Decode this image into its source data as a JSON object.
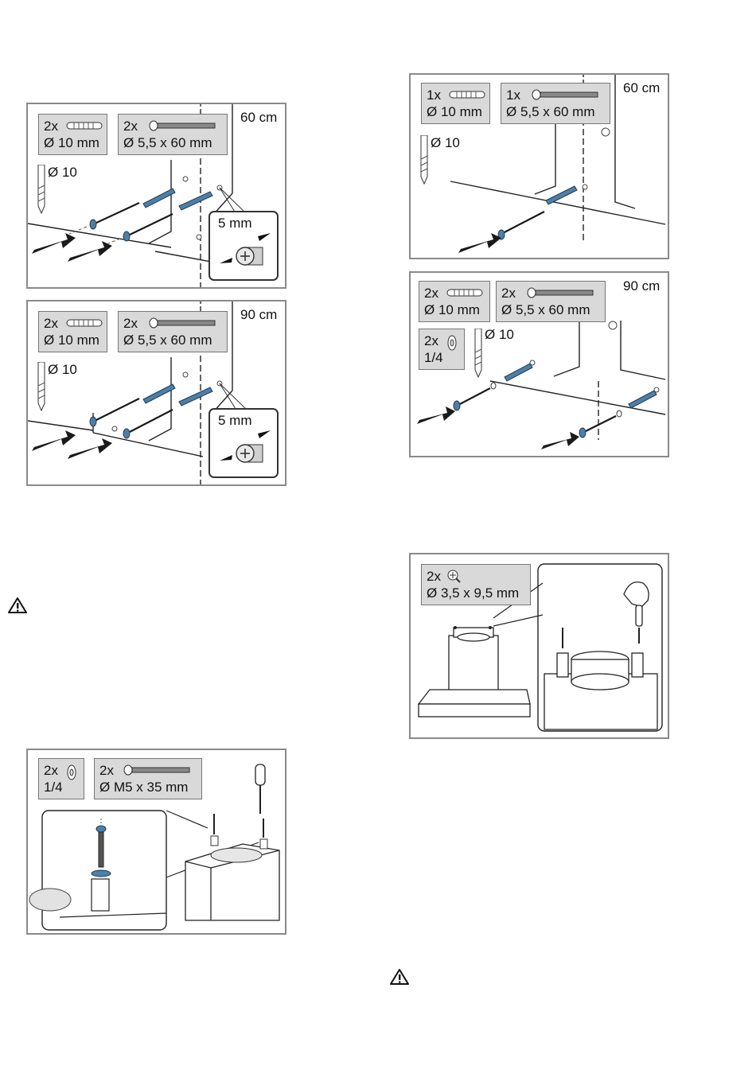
{
  "figures": {
    "fig_60_a": {
      "size": "60 cm",
      "plug": {
        "qty": "2x",
        "dim": "Ø 10 mm"
      },
      "screw": {
        "qty": "2x",
        "dim": "Ø 5,5 x 60 mm"
      },
      "drill": "Ø 10",
      "callout": "5 mm"
    },
    "fig_90_a": {
      "size": "90 cm",
      "plug": {
        "qty": "2x",
        "dim": "Ø 10 mm"
      },
      "screw": {
        "qty": "2x",
        "dim": "Ø 5,5 x 60 mm"
      },
      "drill": "Ø 10",
      "callout": "5 mm"
    },
    "fig_60_b": {
      "size": "60 cm",
      "plug": {
        "qty": "1x",
        "dim": "Ø 10 mm"
      },
      "screw": {
        "qty": "1x",
        "dim": "Ø 5,5 x 60 mm"
      },
      "drill": "Ø 10"
    },
    "fig_90_b": {
      "size": "90 cm",
      "plug": {
        "qty": "2x",
        "dim": "Ø 10 mm"
      },
      "screw": {
        "qty": "2x",
        "dim": "Ø 5,5 x 60 mm"
      },
      "washer": {
        "qty": "2x",
        "dim": "1/4"
      },
      "drill": "Ø 10"
    },
    "fig_hood": {
      "screw": {
        "qty": "2x",
        "dim": "Ø 3,5 x 9,5 mm"
      }
    },
    "fig_bolt": {
      "washer": {
        "qty": "2x",
        "dim": "1/4"
      },
      "bolt": {
        "qty": "2x",
        "dim": "Ø M5 x 35 mm"
      }
    }
  },
  "icons": [
    "warning-icon",
    "screw-icon",
    "wall-plug-icon",
    "drill-bit-icon",
    "washer-icon",
    "screwdriver-icon",
    "arrow-icon"
  ]
}
